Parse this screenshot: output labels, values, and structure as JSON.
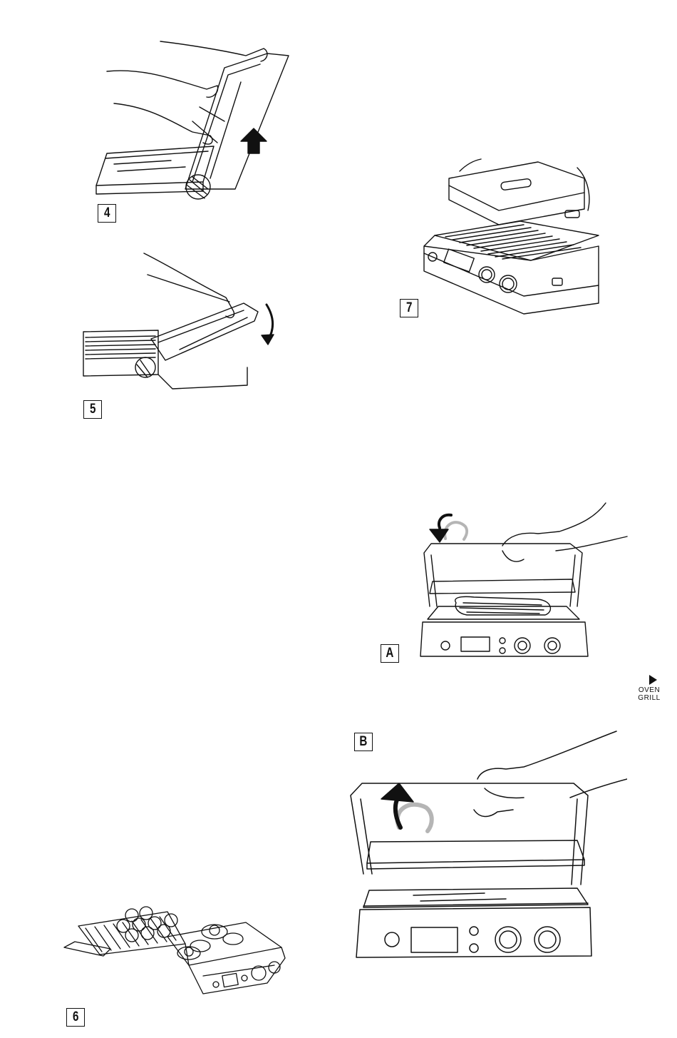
{
  "steps": {
    "s4": "4",
    "s5": "5",
    "s6": "6",
    "s7": "7",
    "sA": "A",
    "sB": "B"
  },
  "side_tab": {
    "line1": "OVEN",
    "line2": "GRILL",
    "arrow_icon": "triangle-right-icon"
  },
  "colors": {
    "ink": "#111111",
    "paper": "#ffffff",
    "grey_arrow": "#b5b5b5"
  }
}
